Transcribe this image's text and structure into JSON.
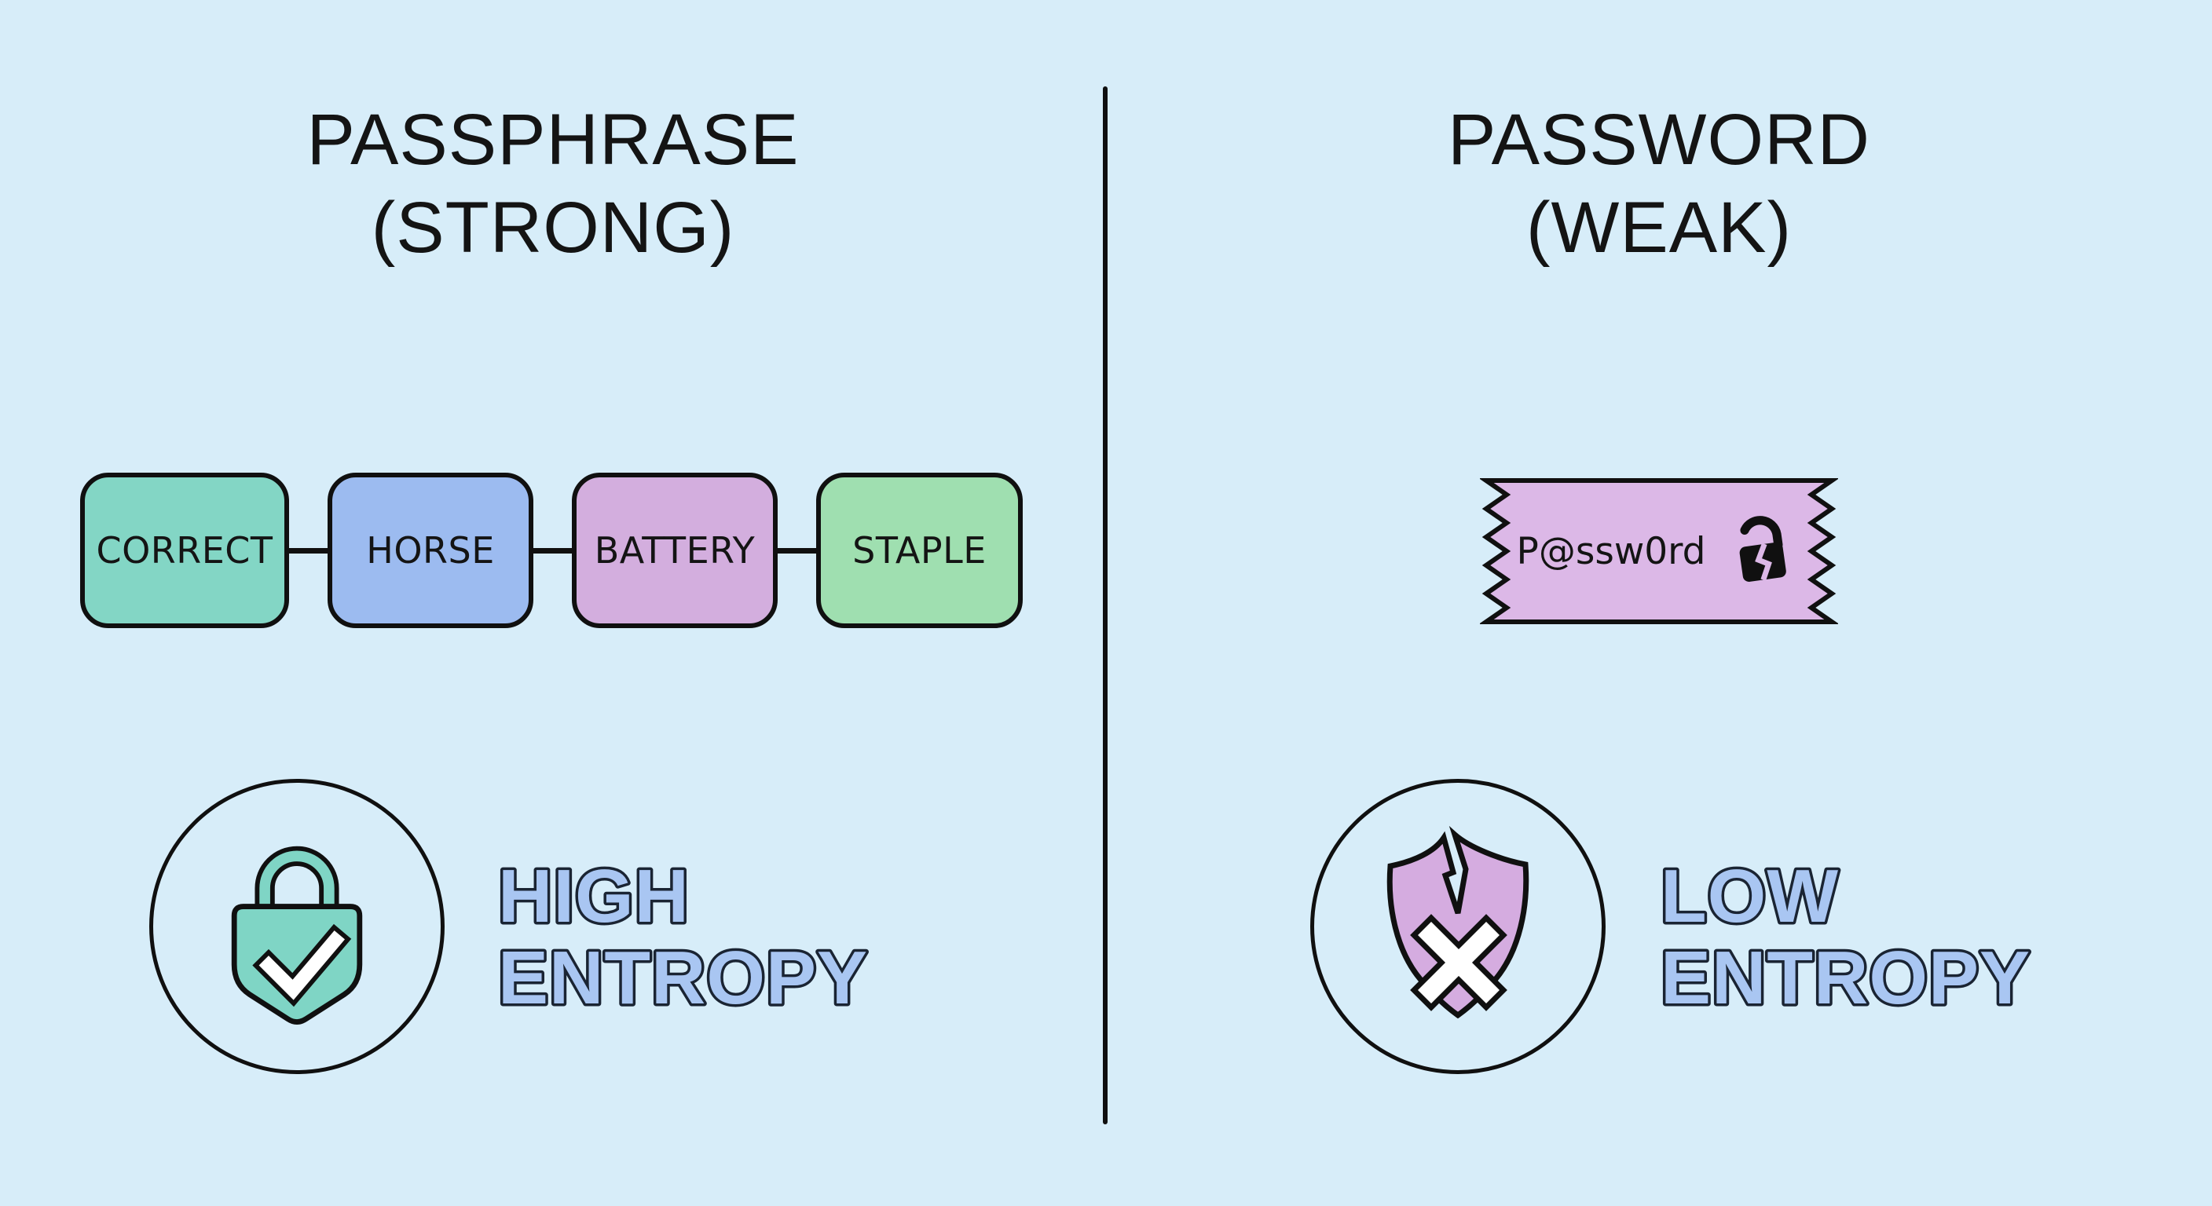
{
  "canvas": {
    "background_color": "#d7edf9",
    "divider_color": "#101010",
    "outline_color": "#101010"
  },
  "left_panel": {
    "title_line1": "PASSPHRASE",
    "title_line2": "(STRONG)",
    "words": [
      {
        "label": "CORRECT",
        "color": "#83d6c5"
      },
      {
        "label": "HORSE",
        "color": "#9cbbf0"
      },
      {
        "label": "BATTERY",
        "color": "#d3aede"
      },
      {
        "label": "STAPLE",
        "color": "#9fdfb0"
      }
    ],
    "badge": {
      "icon": "lock-check-icon",
      "lock_color": "#7fd5c5",
      "check_color": "#ffffff",
      "label_line1": "HIGH",
      "label_line2": "ENTROPY"
    }
  },
  "right_panel": {
    "title_line1": "PASSWORD",
    "title_line2": "(WEAK)",
    "ticket": {
      "text": "P@ssw0rd",
      "icon": "broken-open-lock-icon",
      "fill_color": "#dcb8e7",
      "icon_color": "#101010"
    },
    "badge": {
      "icon": "broken-shield-x-icon",
      "shield_color": "#d5ace0",
      "x_color": "#ffffff",
      "label_line1": "LOW",
      "label_line2": "ENTROPY"
    }
  },
  "entropy_label_style": {
    "fill_color": "#a9c6f2",
    "outline_color": "#1a2433"
  }
}
